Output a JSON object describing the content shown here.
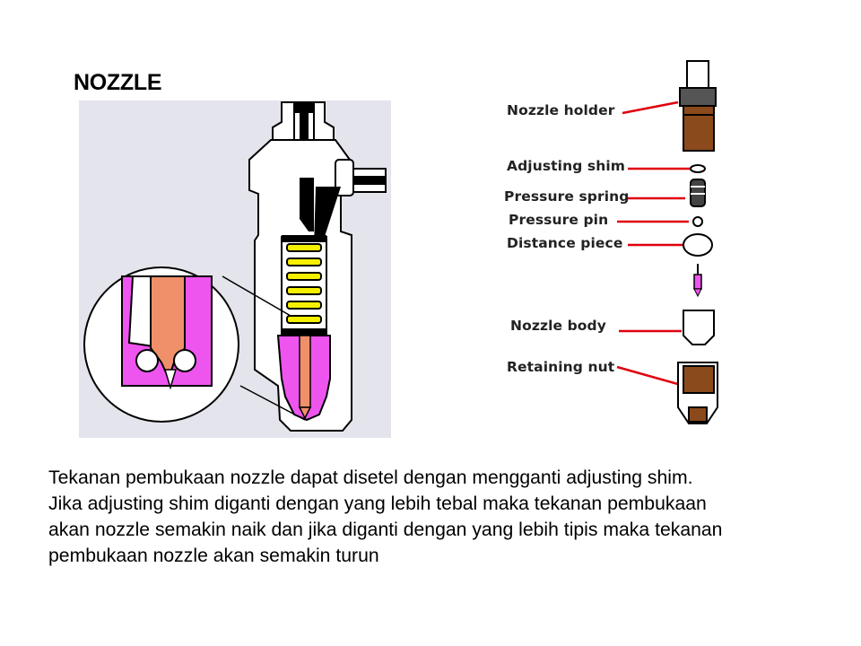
{
  "title": "NOZZLE",
  "labels": {
    "nozzle_holder": "Nozzle holder",
    "adjusting_shim": "Adjusting shim",
    "pressure_spring": "Pressure spring",
    "pressure_pin": "Pressure pin",
    "distance_piece": "Distance piece",
    "nozzle_body": "Nozzle body",
    "retaining_nut": "Retaining nut"
  },
  "description_lines": [
    "Tekanan pembukaan nozzle dapat disetel dengan mengganti adjusting shim.",
    "Jika adjusting shim diganti dengan yang lebih tebal maka tekanan pembukaan",
    "akan nozzle semakin naik dan jika diganti dengan yang lebih tipis maka tekanan",
    "pembukaan nozzle akan semakin turun"
  ],
  "colors": {
    "panel_bg": "#e4e4ec",
    "spring_yellow": "#f5f000",
    "nozzle_pink": "#ee55ee",
    "needle_salmon": "#f0906a",
    "leader_red": "#e0000f",
    "part_brown": "#8b4a1c"
  }
}
